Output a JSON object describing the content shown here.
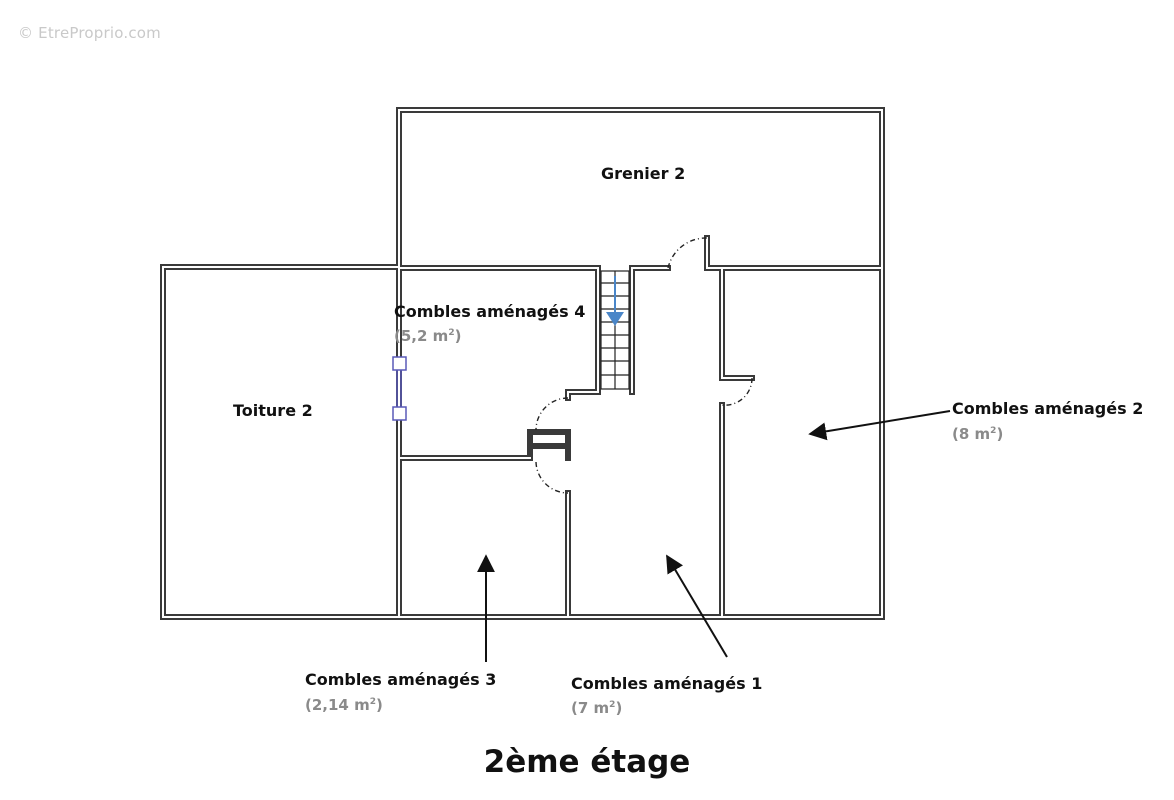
{
  "watermark": "© EtreProprio.com",
  "floor_title": "2ème étage",
  "rooms": [
    {
      "name": "Grenier 2"
    },
    {
      "name": "Toiture 2"
    },
    {
      "name": "Combles aménagés 4",
      "area_value": "5,2",
      "area_unit": "m",
      "area_exp": "2"
    },
    {
      "name": "Combles aménagés 2",
      "area_value": "8",
      "area_unit": "m",
      "area_exp": "2"
    },
    {
      "name": "Combles aménagés 3",
      "area_value": "2,14",
      "area_unit": "m",
      "area_exp": "2"
    },
    {
      "name": "Combles aménagés 1",
      "area_value": "7",
      "area_unit": "m",
      "area_exp": "2"
    }
  ],
  "colors": {
    "wall": "#3a3a3a",
    "wall_fill": "#ffffff",
    "stair_arrow": "#4a86c8",
    "window": "#5a5ab8"
  },
  "icons": {
    "stair_direction": "down-arrow-icon"
  }
}
